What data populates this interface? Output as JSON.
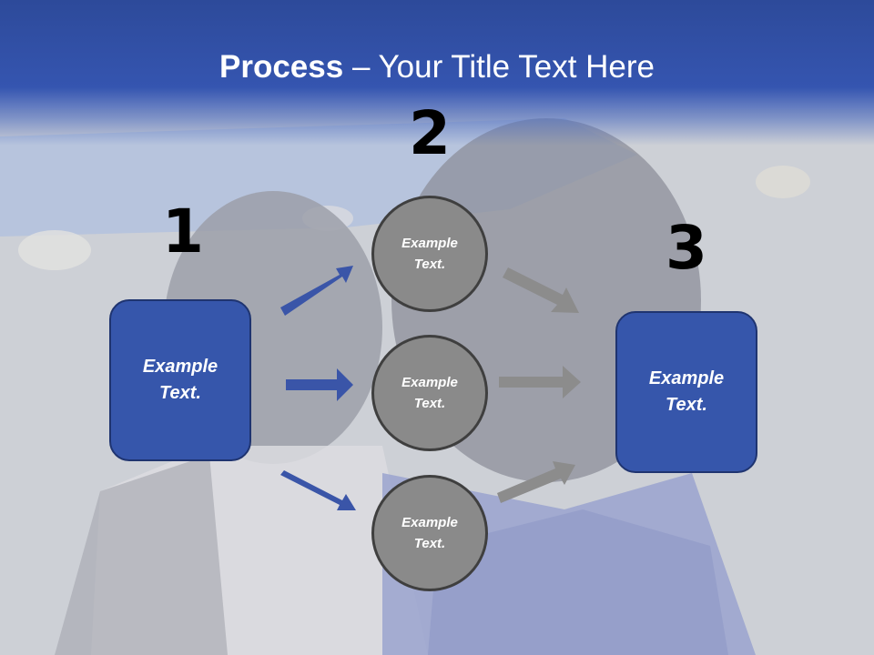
{
  "title": {
    "bold": "Process",
    "rest": " – Your Title Text Here"
  },
  "steps": {
    "one": "1",
    "two": "2",
    "three": "3"
  },
  "left_box": {
    "line1": "Example",
    "line2": "Text."
  },
  "right_box": {
    "line1": "Example",
    "line2": "Text."
  },
  "circles": [
    {
      "line1": "Example",
      "line2": "Text."
    },
    {
      "line1": "Example",
      "line2": "Text."
    },
    {
      "line1": "Example",
      "line2": "Text."
    }
  ],
  "colors": {
    "header": "#3555b0",
    "box": "#3656ab",
    "circle": "#8a8a8a",
    "blue_arrow": "#3a55a8",
    "gray_arrow": "#8c8c8c"
  }
}
